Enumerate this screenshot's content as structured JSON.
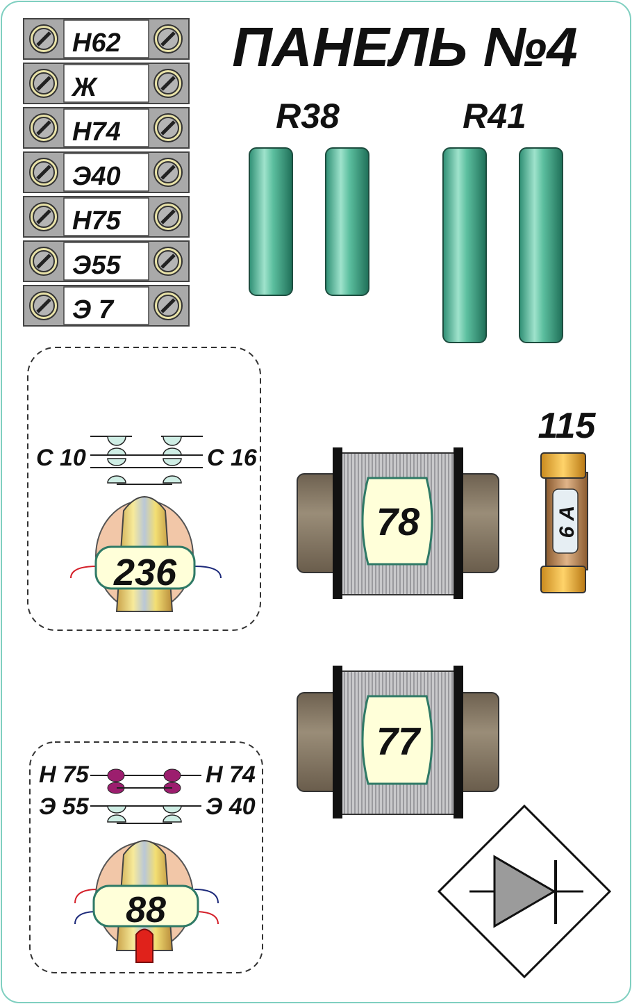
{
  "panel": {
    "title": "ПАНЕЛЬ №4",
    "border_color": "#7fcfc0"
  },
  "terminal_block": {
    "rows": [
      {
        "label": "Н62"
      },
      {
        "label": "Ж"
      },
      {
        "label": "Н74"
      },
      {
        "label": "Э40"
      },
      {
        "label": "Н75"
      },
      {
        "label": "Э55"
      },
      {
        "label": "Э 7"
      }
    ]
  },
  "resistors": {
    "r38": {
      "label": "R38"
    },
    "r41": {
      "label": "R41"
    },
    "color": "#5cbf9f"
  },
  "relay_236": {
    "number": "236",
    "contact_left": "С 10",
    "contact_right": "С 16"
  },
  "relay_88": {
    "number": "88",
    "contact_top_left": "Н 75",
    "contact_top_right": "Н 74",
    "contact_bottom_left": "Э 55",
    "contact_bottom_right": "Э 40"
  },
  "coils": {
    "coil_78": {
      "number": "78"
    },
    "coil_77": {
      "number": "77"
    }
  },
  "fuse": {
    "number": "115",
    "rating": "6 А"
  },
  "diode": {
    "icon": "diode-icon"
  }
}
